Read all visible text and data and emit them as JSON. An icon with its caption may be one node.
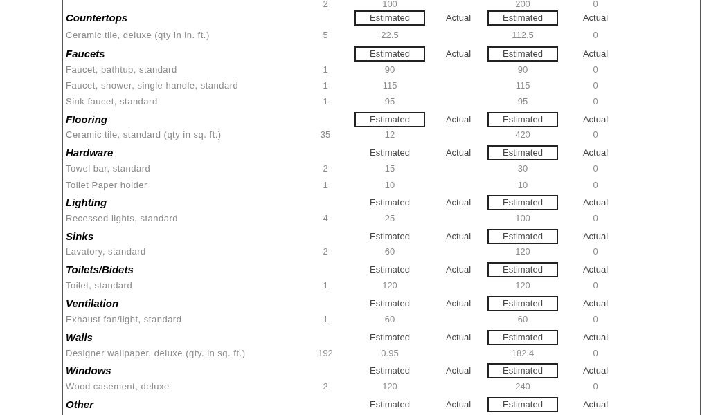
{
  "diagram": {
    "nodes": [
      {
        "text": [
          "Estimated"
        ]
      },
      {
        "text": [
          "Estimated"
        ]
      },
      {
        "text": [
          "Estimated"
        ]
      },
      {
        "text": [
          "Estimated"
        ]
      },
      {
        "text": [
          "Estimated"
        ]
      },
      {
        "text": [
          "Estimated"
        ]
      },
      {
        "text": [
          "Estimated"
        ]
      },
      {
        "text": [
          "Estimated"
        ]
      },
      {
        "text": [
          "Estimated"
        ]
      },
      {
        "text": [
          "Estimated"
        ]
      },
      {
        "text": [
          "Estimated"
        ]
      },
      {
        "text": [
          "Estimated"
        ]
      },
      {
        "text": [
          "Estimated"
        ]
      },
      {
        "text": [
          "Estimated"
        ]
      }
    ],
    "labels": [
      "2",
      "100",
      "200",
      "0",
      "Countertops",
      "Actual",
      "Actual",
      "Ceramic tile, deluxe (qty in ln. ft.)",
      "5",
      "22.5",
      "112.5",
      "0",
      "Faucets",
      "Actual",
      "Actual",
      "Faucet, bathtub, standard",
      "1",
      "90",
      "90",
      "0",
      "Faucet, shower, single handle, standard",
      "1",
      "115",
      "115",
      "0",
      "Sink faucet, standard",
      "1",
      "95",
      "95",
      "0",
      "Flooring",
      "Actual",
      "Actual",
      "Ceramic tile, standard (qty in sq. ft.)",
      "35",
      "12",
      "420",
      "0",
      "Hardware",
      "Estimated",
      "Actual",
      "Actual",
      "Towel bar, standard",
      "2",
      "15",
      "30",
      "0",
      "Toilet Paper holder",
      "1",
      "10",
      "10",
      "0",
      "Lighting",
      "Estimated",
      "Actual",
      "Actual",
      "Recessed lights, standard",
      "4",
      "25",
      "100",
      "0",
      "Sinks",
      "Estimated",
      "Actual",
      "Actual",
      "Lavatory, standard",
      "2",
      "60",
      "120",
      "0",
      "Toilets/Bidets",
      "Estimated",
      "Actual",
      "Actual",
      "Toilet, standard",
      "1",
      "120",
      "120",
      "0",
      "Ventilation",
      "Estimated",
      "Actual",
      "Actual",
      "Exhaust fan/light, standard",
      "1",
      "60",
      "60",
      "0",
      "Walls",
      "Estimated",
      "Actual",
      "Actual",
      "Designer wallpaper, deluxe (qty. in sq. ft.)",
      "192",
      "0.95",
      "182.4",
      "0",
      "Windows",
      "Estimated",
      "Actual",
      "Actual",
      "Wood casement, deluxe",
      "2",
      "120",
      "240",
      "0",
      "Other",
      "Estimated",
      "Actual",
      "Actual"
    ]
  }
}
